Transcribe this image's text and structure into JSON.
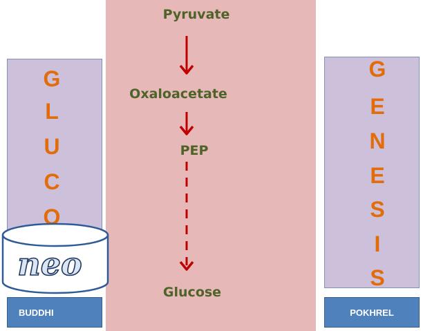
{
  "left_letters": [
    "G",
    "L",
    "U",
    "C",
    "O"
  ],
  "right_letters": [
    "G",
    "E",
    "N",
    "E",
    "S",
    "I",
    "S"
  ],
  "cylinder_text": "neo",
  "steps": [
    "Pyruvate",
    "Oxaloacetate",
    "PEP",
    "Glucose"
  ],
  "labels": {
    "left": "BUDDHI",
    "right": "POKHREL"
  },
  "colors": {
    "center_panel": "#e6b9b8",
    "side_box": "#ccc0da",
    "letters": "#e36c0a",
    "steps": "#4f6228",
    "arrow": "#c00000",
    "name_box": "#4f81bd"
  }
}
